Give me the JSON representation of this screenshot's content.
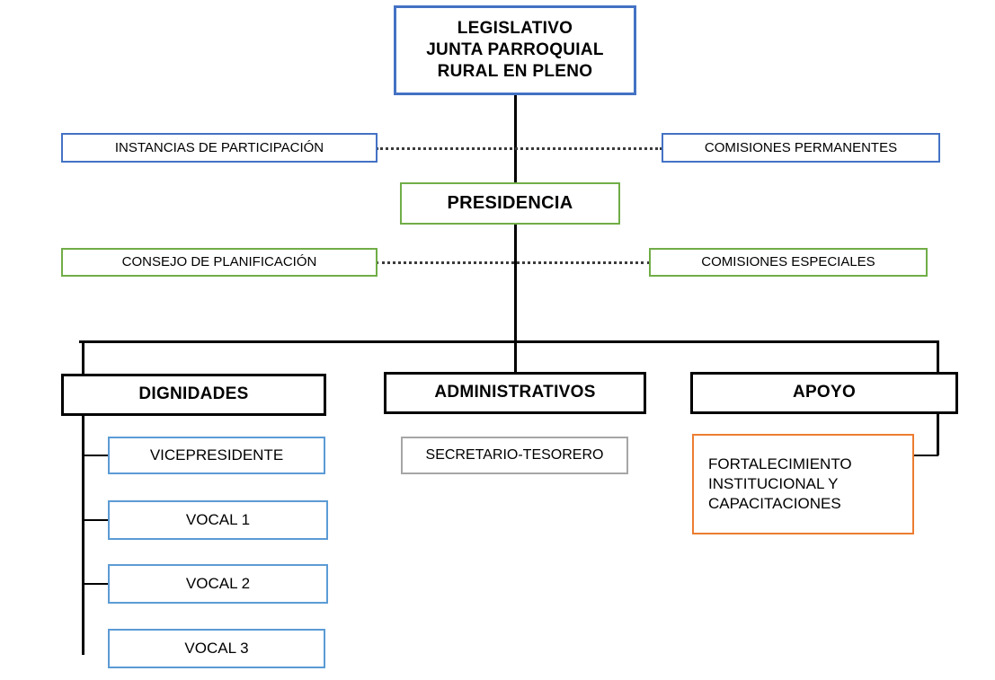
{
  "diagram": {
    "title": "Estructura Organizacional - Junta Parroquial Rural",
    "type": "organizational-chart",
    "colors": {
      "blue_dark": "#4472C4",
      "blue_light": "#5B9BD5",
      "green": "#70AD47",
      "orange": "#ED7D31",
      "gray": "#A6A6A6",
      "black": "#000000",
      "background": "#FFFFFF"
    },
    "nodes": {
      "legislativo": "LEGISLATIVO\nJUNTA PARROQUIAL\nRURAL EN PLENO",
      "instancias_participacion": "INSTANCIAS DE PARTICIPACIÓN",
      "comisiones_permanentes": "COMISIONES PERMANENTES",
      "presidencia": "PRESIDENCIA",
      "consejo_planificacion": "CONSEJO DE PLANIFICACIÓN",
      "comisiones_especiales": "COMISIONES ESPECIALES",
      "dignidades": "DIGNIDADES",
      "administrativos": "ADMINISTRATIVOS",
      "apoyo": "APOYO",
      "vicepresidente": "VICEPRESIDENTE",
      "vocal_1": "VOCAL 1",
      "vocal_2": "VOCAL 2",
      "vocal_3": "VOCAL 3",
      "secretario_tesorero": "SECRETARIO-TESORERO",
      "fortalecimiento": "FORTALECIMIENTO\nINSTITUCIONAL   Y\nCAPACITACIONES"
    }
  }
}
